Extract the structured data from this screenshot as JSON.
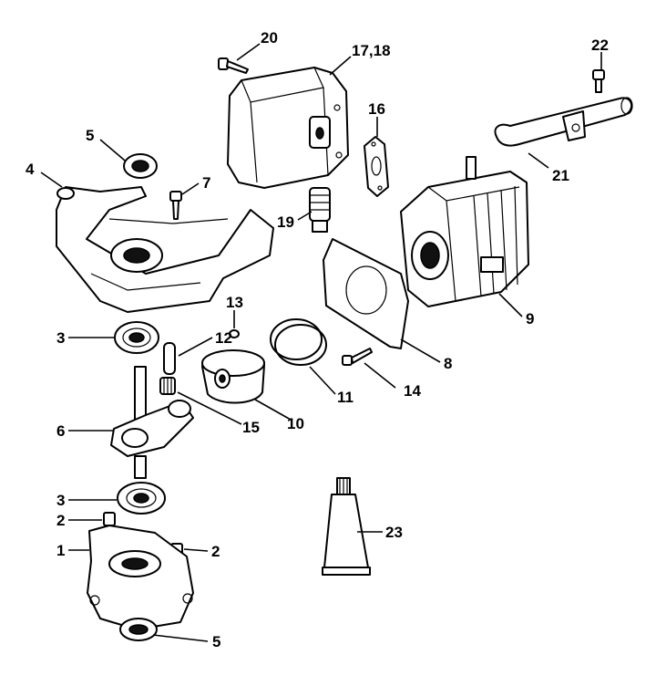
{
  "callouts": {
    "c20": "20",
    "c17_18": "17,18",
    "c22": "22",
    "c16": "16",
    "c5_top": "5",
    "c4": "4",
    "c7": "7",
    "c21": "21",
    "c19": "19",
    "c13": "13",
    "c9": "9",
    "c3_top": "3",
    "c12": "12",
    "c8": "8",
    "c14": "14",
    "c11": "11",
    "c6": "6",
    "c15": "15",
    "c10": "10",
    "c3_bottom": "3",
    "c2_left": "2",
    "c2_right": "2",
    "c1": "1",
    "c23": "23",
    "c5_bottom": "5"
  },
  "colors": {
    "line": "#000000",
    "background": "#ffffff"
  }
}
